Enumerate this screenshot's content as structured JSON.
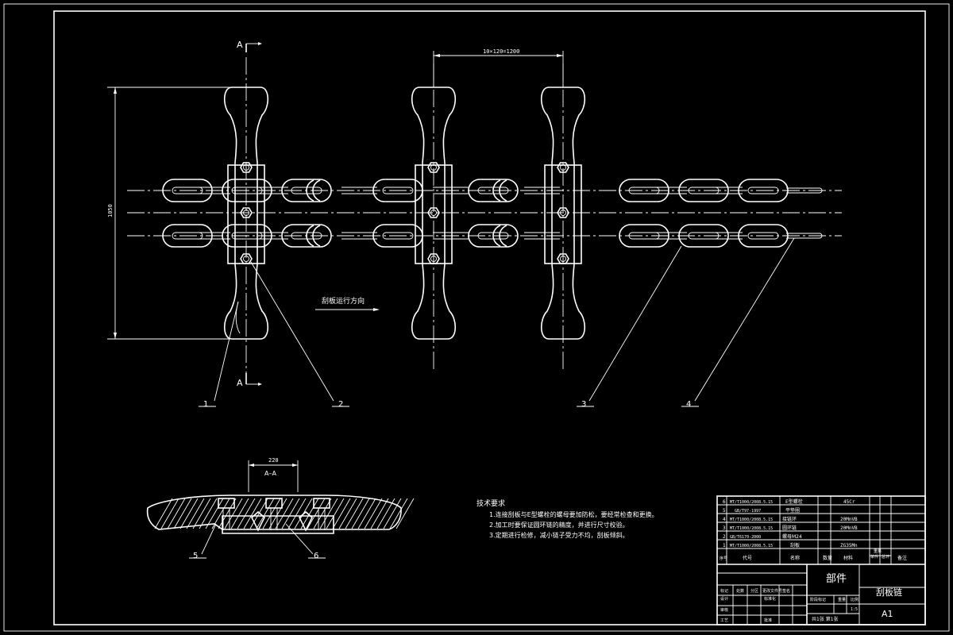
{
  "section_marks": [
    "A",
    "A"
  ],
  "section_title": "A–A",
  "dimensions": {
    "pitch": "10×120=1200",
    "height": "1050",
    "section_width": "220"
  },
  "direction_label": "刮板运行方向",
  "balloons": [
    "1",
    "2",
    "3",
    "4",
    "5",
    "6"
  ],
  "notes": {
    "title": "技术要求",
    "items": [
      "1.连接刮板与E型螺栓的螺母要加防松，要经常检查和更换。",
      "2.加工时要保证圆环链的精度，并进行尺寸校验。",
      "3.定期进行检修，减小链子受力不均，刮板倾斜。"
    ]
  },
  "bom": {
    "rows": [
      {
        "no": "6",
        "code": "MT/T1000/2008.5.15",
        "name": "E型螺栓",
        "qty": "",
        "material": "45Cr"
      },
      {
        "no": "5",
        "code": "GB/T97-1997",
        "name": "平垫圈",
        "qty": "",
        "material": ""
      },
      {
        "no": "4",
        "code": "MT/T1000/2008.5.15",
        "name": "接链环",
        "qty": "",
        "material": "20MnVB"
      },
      {
        "no": "3",
        "code": "MT/T1000/2008.5.15",
        "name": "圆环链",
        "qty": "",
        "material": "20MnVB"
      },
      {
        "no": "2",
        "code": "GB/T6170-2000",
        "name": "螺母M24",
        "qty": "",
        "material": ""
      },
      {
        "no": "1",
        "code": "MT/T1000/2008.5.15",
        "name": "刮板",
        "qty": "",
        "material": "ZG35Mn"
      }
    ],
    "headers": [
      "序号",
      "代号",
      "名称",
      "数量",
      "材料",
      "单件",
      "总计",
      "备注"
    ],
    "weight_header": "重量"
  },
  "title_block": {
    "category": "部件",
    "name": "刮板链",
    "size": "A1",
    "sheet": "共1张 第1张",
    "labels": [
      "标记",
      "处数",
      "分区",
      "更改文件号",
      "签名",
      "设计",
      "标准化",
      "审核",
      "工艺",
      "批准",
      "阶段标记",
      "重量",
      "比例"
    ],
    "scale": "1:5"
  }
}
